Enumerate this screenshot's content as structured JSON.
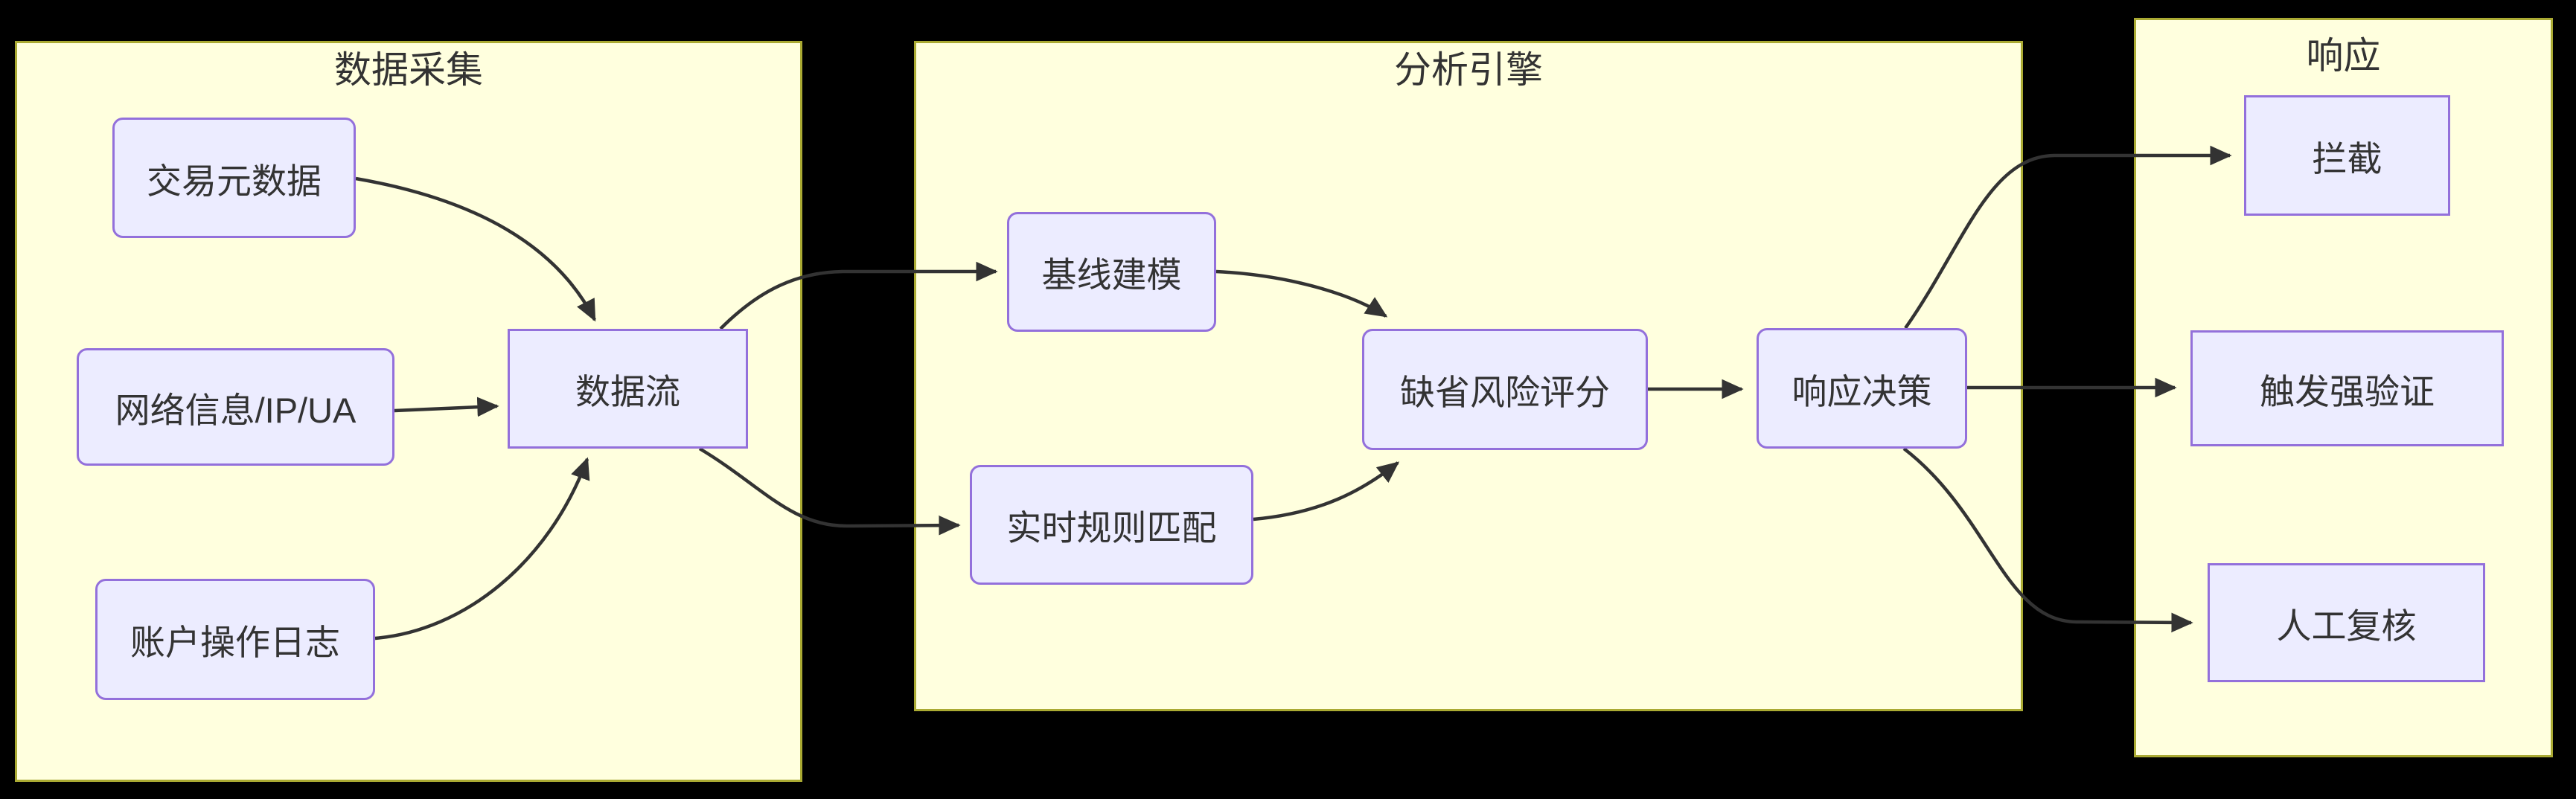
{
  "diagram": {
    "type": "flowchart",
    "direction": "left-to-right",
    "background": "#000000",
    "clusters": [
      {
        "id": "data-collection",
        "title": "数据采集"
      },
      {
        "id": "analysis-engine",
        "title": "分析引擎"
      },
      {
        "id": "response",
        "title": "响应"
      }
    ],
    "nodes": {
      "transaction_metadata": {
        "label": "交易元数据",
        "cluster": "数据采集",
        "shape": "rounded"
      },
      "network_info": {
        "label": "网络信息/IP/UA",
        "cluster": "数据采集",
        "shape": "rounded"
      },
      "account_log": {
        "label": "账户操作日志",
        "cluster": "数据采集",
        "shape": "rounded"
      },
      "data_stream": {
        "label": "数据流",
        "cluster": "数据采集",
        "shape": "rect"
      },
      "baseline_modeling": {
        "label": "基线建模",
        "cluster": "分析引擎",
        "shape": "rounded"
      },
      "realtime_rule_matching": {
        "label": "实时规则匹配",
        "cluster": "分析引擎",
        "shape": "rounded"
      },
      "risk_scoring": {
        "label": "缺省风险评分",
        "cluster": "分析引擎",
        "shape": "rounded"
      },
      "response_decision": {
        "label": "响应决策",
        "cluster": "分析引擎",
        "shape": "rounded"
      },
      "intercept": {
        "label": "拦截",
        "cluster": "响应",
        "shape": "rect"
      },
      "step_up_verification": {
        "label": "触发强验证",
        "cluster": "响应",
        "shape": "rect"
      },
      "manual_review": {
        "label": "人工复核",
        "cluster": "响应",
        "shape": "rect"
      }
    },
    "edges": [
      {
        "from": "交易元数据",
        "to": "数据流"
      },
      {
        "from": "网络信息/IP/UA",
        "to": "数据流"
      },
      {
        "from": "账户操作日志",
        "to": "数据流"
      },
      {
        "from": "数据流",
        "to": "基线建模"
      },
      {
        "from": "数据流",
        "to": "实时规则匹配"
      },
      {
        "from": "基线建模",
        "to": "缺省风险评分"
      },
      {
        "from": "实时规则匹配",
        "to": "缺省风险评分"
      },
      {
        "from": "缺省风险评分",
        "to": "响应决策"
      },
      {
        "from": "响应决策",
        "to": "拦截"
      },
      {
        "from": "响应决策",
        "to": "触发强验证"
      },
      {
        "from": "响应决策",
        "to": "人工复核"
      }
    ],
    "colors": {
      "node_fill": "#ECECFF",
      "node_border": "#9370DB",
      "cluster_fill": "#FFFFDE",
      "cluster_border": "#AAAA33",
      "edge": "#333333",
      "text": "#333333",
      "background": "#000000"
    }
  }
}
